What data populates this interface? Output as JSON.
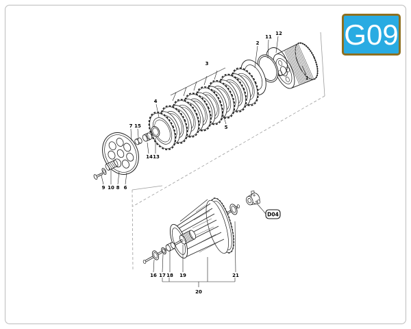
{
  "badge": {
    "code": "G09",
    "fill": "#29abe2",
    "border": "#8e6f1f",
    "text_color": "#ffffff"
  },
  "drawing": {
    "ref_tag": "D04",
    "callouts": {
      "p1": "1",
      "p2": "2",
      "p3": "3",
      "p4": "4",
      "p5": "5",
      "p6": "6",
      "p7": "7",
      "p8": "8",
      "p9": "9",
      "p10": "10",
      "p11": "11",
      "p12": "12",
      "p13": "13",
      "p14": "14",
      "p15": "15",
      "p16": "16",
      "p17": "17",
      "p18": "18",
      "p19": "19",
      "p20": "20",
      "p21": "21"
    }
  },
  "colors": {
    "line": "#1b1b1b",
    "frame_line": "#9a9a9a",
    "page_border": "#bcbcbc",
    "background": "#ffffff"
  }
}
